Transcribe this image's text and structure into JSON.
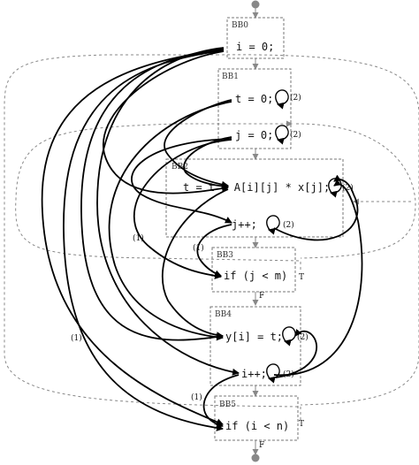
{
  "blocks": {
    "bb0": {
      "label": "BB0",
      "code": [
        "i = 0;"
      ]
    },
    "bb1": {
      "label": "BB1",
      "code": [
        "t = 0;",
        "j = 0;"
      ]
    },
    "bb2": {
      "label": "BB2",
      "code": [
        "t = t + A[i][j] * x[j];",
        "j++;"
      ]
    },
    "bb3": {
      "label": "BB3",
      "code": [
        "if (j < m)"
      ]
    },
    "bb4": {
      "label": "BB4",
      "code": [
        "y[i] = t;",
        "i++;"
      ]
    },
    "bb5": {
      "label": "BB5",
      "code": [
        "if (i < n)"
      ]
    }
  },
  "annotations": {
    "self_loop": "(2)",
    "carried": "(1)",
    "branch_true": "T",
    "branch_false": "F"
  }
}
